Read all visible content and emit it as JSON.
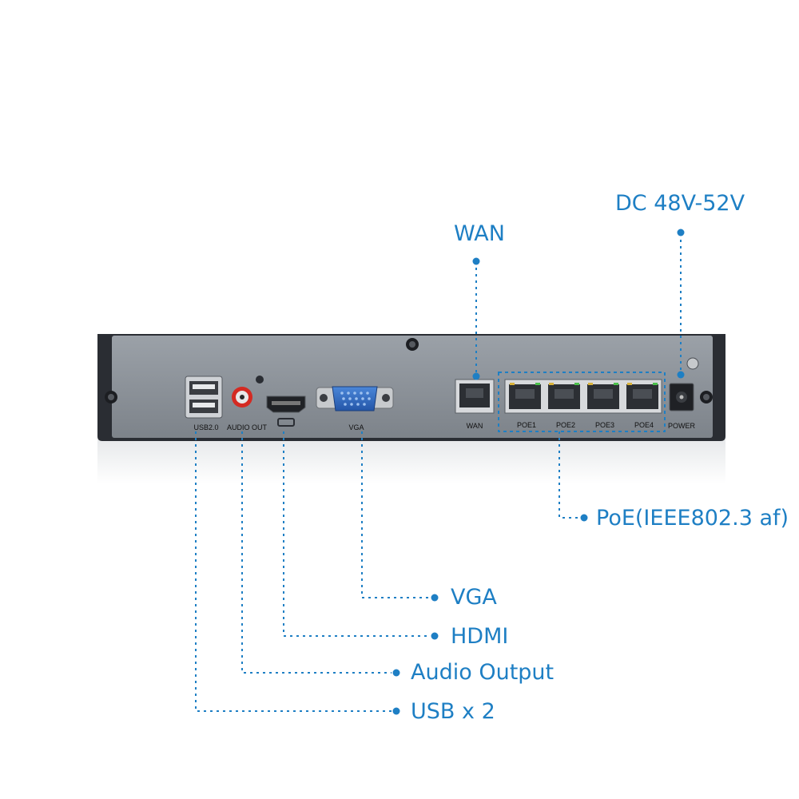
{
  "panel_labels": {
    "usb": "USB2.0",
    "audio": "AUDIO OUT",
    "vga": "VGA",
    "wan": "WAN",
    "poe1": "POE1",
    "poe2": "POE2",
    "poe3": "POE3",
    "poe4": "POE4",
    "power": "POWER"
  },
  "callouts": {
    "dc": "DC 48V-52V",
    "wan": "WAN",
    "poe": "PoE(IEEE802.3 af)",
    "vga": "VGA",
    "hdmi": "HDMI",
    "audio": "Audio Output",
    "usb": "USB x 2"
  },
  "colors": {
    "accent": "#1e7fc4",
    "chassis": "#2a2d33",
    "panel": "#8e949b",
    "vga_port": "#2f6fc9"
  }
}
